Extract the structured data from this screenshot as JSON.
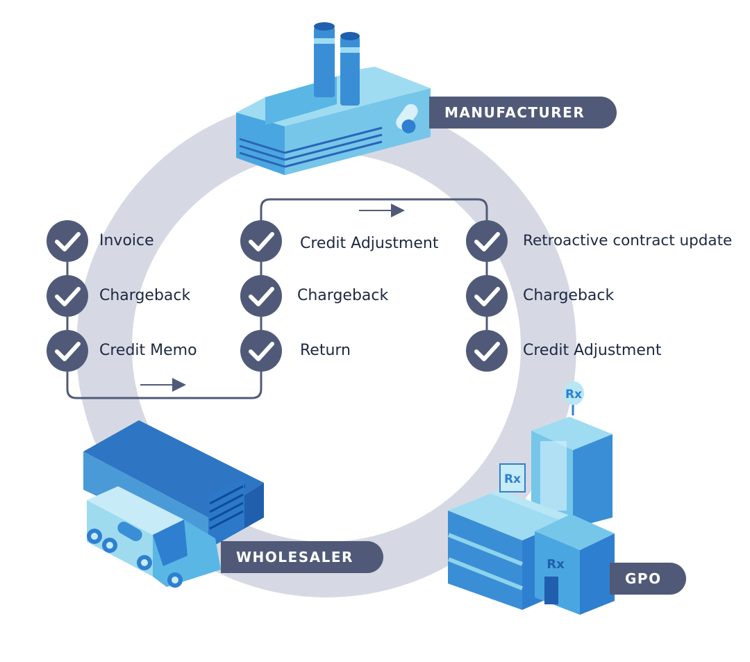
{
  "nodes": {
    "manufacturer": "MANUFACTURER",
    "wholesaler": "WHOLESALER",
    "gpo": "GPO"
  },
  "steps": {
    "col1": [
      "Invoice",
      "Chargeback",
      "Credit Memo"
    ],
    "col2": [
      "Credit Adjustment",
      "Chargeback",
      "Return"
    ],
    "col3": [
      "Retroactive contract update",
      "Chargeback",
      "Credit Adjustment"
    ]
  },
  "building_signs": {
    "gpo_sign": "Rx"
  },
  "colors": {
    "ring": "#d6d9e4",
    "label_pill": "#505a78",
    "check_circle": "#505a78",
    "text": "#1d2840",
    "building_blue": "#3a8ed6",
    "building_light": "#8dd3ec"
  }
}
